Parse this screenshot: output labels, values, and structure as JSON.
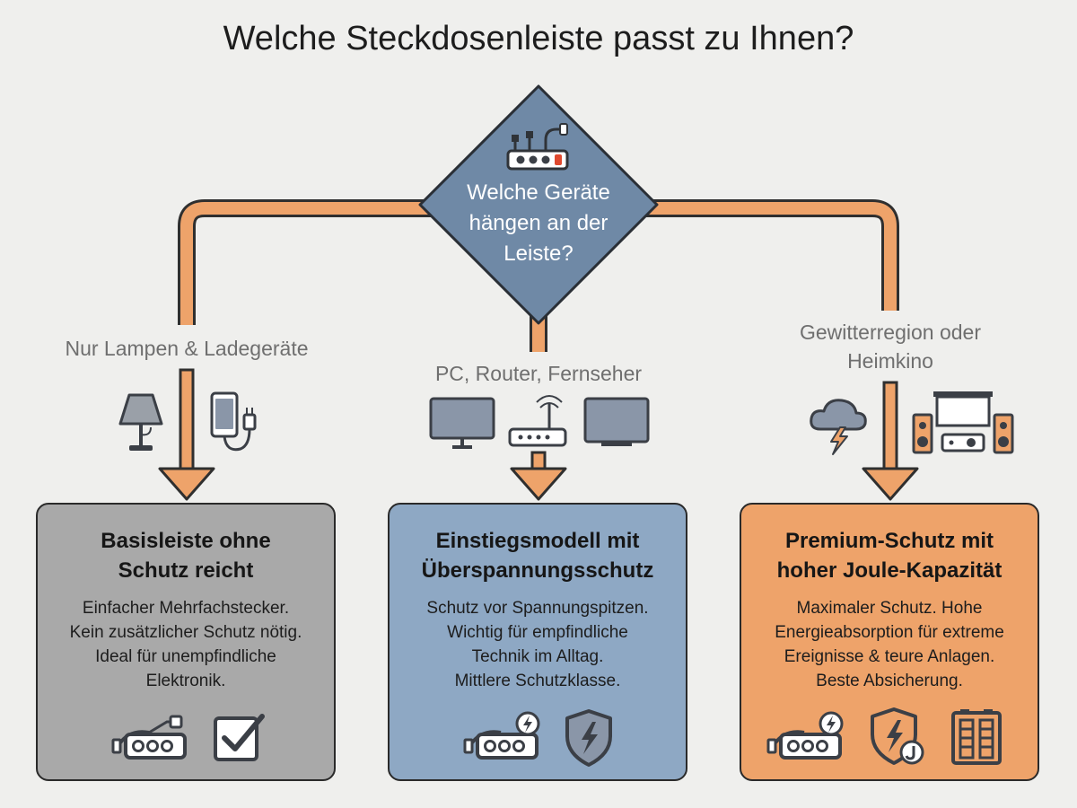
{
  "title": "Welche Steckdosenleiste passt zu Ihnen?",
  "question": {
    "lines": [
      "Welche Geräte",
      "hängen an der",
      "Leiste?"
    ],
    "icon": "power-strip-plug-icon"
  },
  "branches": [
    {
      "label_lines": [
        "Nur Lampen & Ladegeräte"
      ],
      "icons": [
        "lamp-icon",
        "phone-charger-icon"
      ],
      "card": {
        "title_lines": [
          "Basisleiste ohne",
          "Schutz reicht"
        ],
        "text_lines": [
          "Einfacher Mehrfachstecker.",
          "Kein zusätzlicher Schutz nötig.",
          "Ideal für unempfindliche",
          "Elektronik."
        ],
        "icons": [
          "power-strip-icon",
          "checkbox-icon"
        ]
      }
    },
    {
      "label_lines": [
        "PC, Router, Fernseher"
      ],
      "icons": [
        "monitor-icon",
        "router-icon",
        "tv-icon"
      ],
      "card": {
        "title_lines": [
          "Einstiegsmodell mit",
          "Überspannungsschutz"
        ],
        "text_lines": [
          "Schutz vor Spannungspitzen.",
          "Wichtig für empfindliche",
          "Technik im Alltag.",
          "Mittlere Schutzklasse."
        ],
        "icons": [
          "surge-power-strip-icon",
          "shield-lightning-icon"
        ]
      }
    },
    {
      "label_lines": [
        "Gewitterregion oder",
        "Heimkino"
      ],
      "icons": [
        "storm-cloud-icon",
        "home-theater-icon"
      ],
      "card": {
        "title_lines": [
          "Premium-Schutz mit",
          "hoher Joule-Kapazität"
        ],
        "text_lines": [
          "Maximaler Schutz. Hohe",
          "Energieabsorption für extreme",
          "Ereignisse & teure Anlagen.",
          "Beste Absicherung."
        ],
        "icons": [
          "surge-power-strip-icon",
          "shield-joule-icon",
          "battery-capacity-icon"
        ]
      }
    }
  ],
  "colors": {
    "background": "#efefed",
    "arrow": "#eea36a",
    "diamond": "#6f89a6",
    "card_basic": "#a9a9a9",
    "card_entry": "#8ea8c4",
    "card_premium": "#eea36a",
    "icon_stroke": "#3b3f46"
  }
}
